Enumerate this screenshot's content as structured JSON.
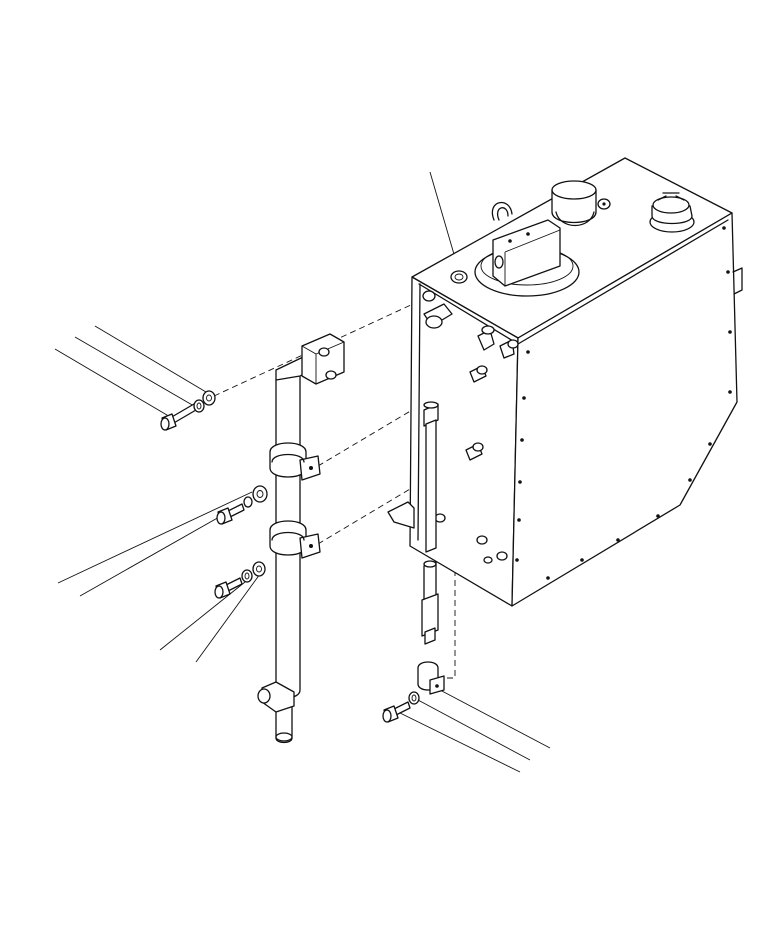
{
  "figure": {
    "line_color": "#111111",
    "background": "#ffffff",
    "parts": [
      "hydraulic-tank",
      "breather-cap",
      "oil-filler-cap",
      "lifting-eye",
      "sight-gauge",
      "suction-pipe",
      "pipe-mounting-bracket",
      "pipe-clamp-upper",
      "pipe-clamp-lower",
      "drain-pipe",
      "drain-clamp",
      "bolts",
      "washers"
    ]
  }
}
